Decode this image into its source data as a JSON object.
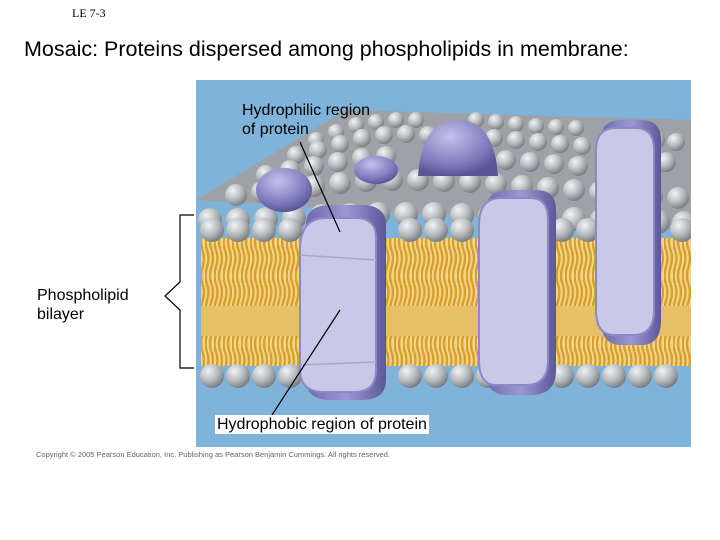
{
  "slide": {
    "label": "LE 7-3",
    "title": "Mosaic: Proteins dispersed among phospholipids in membrane:"
  },
  "figure": {
    "labels": {
      "hydrophilic_line1": "Hydrophilic region",
      "hydrophilic_line2": "of protein",
      "bilayer_line1": "Phospholipid",
      "bilayer_line2": "bilayer",
      "hydrophobic": "Hydrophobic region of protein"
    },
    "copyright": "Copyright © 2005 Pearson Education, Inc. Publishing as Pearson Benjamin Cummings. All rights reserved.",
    "colors": {
      "background": "#7fb3d9",
      "head": "#b9bcbf",
      "tail": "#e3b34a",
      "protein": "#8a86c6",
      "protein_face": "#c9c8e6"
    }
  }
}
